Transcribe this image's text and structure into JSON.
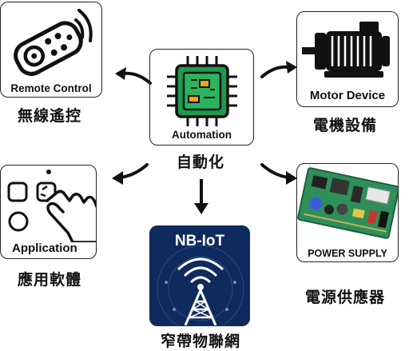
{
  "center": {
    "box_label": "Automation",
    "caption": "自動化"
  },
  "remote": {
    "box_label": "Remote Control",
    "caption": "無線遙控"
  },
  "motor": {
    "box_label": "Motor Device",
    "caption": "電機設備"
  },
  "application": {
    "box_label": "Application",
    "caption": "應用軟體"
  },
  "nbiot": {
    "box_label": "NB-IoT",
    "caption": "窄帶物聯網"
  },
  "power": {
    "box_label": "POWER SUPPLY",
    "caption": "電源供應器"
  },
  "colors": {
    "chip_green": "#1e9a4e",
    "nbiot_blue": "#0f2a5c",
    "pcb_green": "#2f8f5a",
    "arrow": "#111111"
  }
}
